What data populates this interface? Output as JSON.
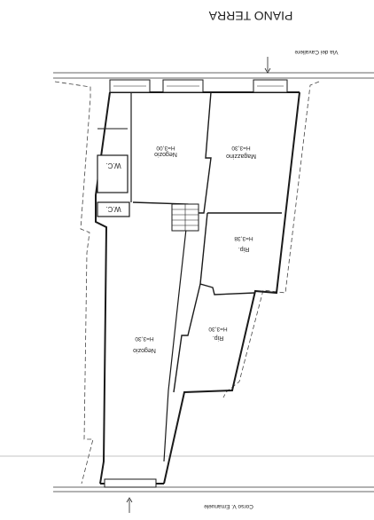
{
  "title": "PIANO TERRA",
  "streets": {
    "top": "Via dei Cavaliere",
    "bottom": "Corso V. Emanuele"
  },
  "rooms": [
    {
      "id": "negozio-small",
      "name": "Negozio",
      "height": "H=3,00"
    },
    {
      "id": "magazzino",
      "name": "Magazzino",
      "height": "H=3,30"
    },
    {
      "id": "rip-upper",
      "name": "Rip.",
      "height": "H=3,38"
    },
    {
      "id": "rip-lower",
      "name": "Rip.",
      "height": "H=3,30"
    },
    {
      "id": "negozio-large",
      "name": "Negozio",
      "height": "H=3,30"
    }
  ],
  "wc_labels": [
    "W.C.",
    "W.C."
  ],
  "colors": {
    "line": "#1a1a1a",
    "dash": "#444444",
    "background": "#ffffff"
  }
}
